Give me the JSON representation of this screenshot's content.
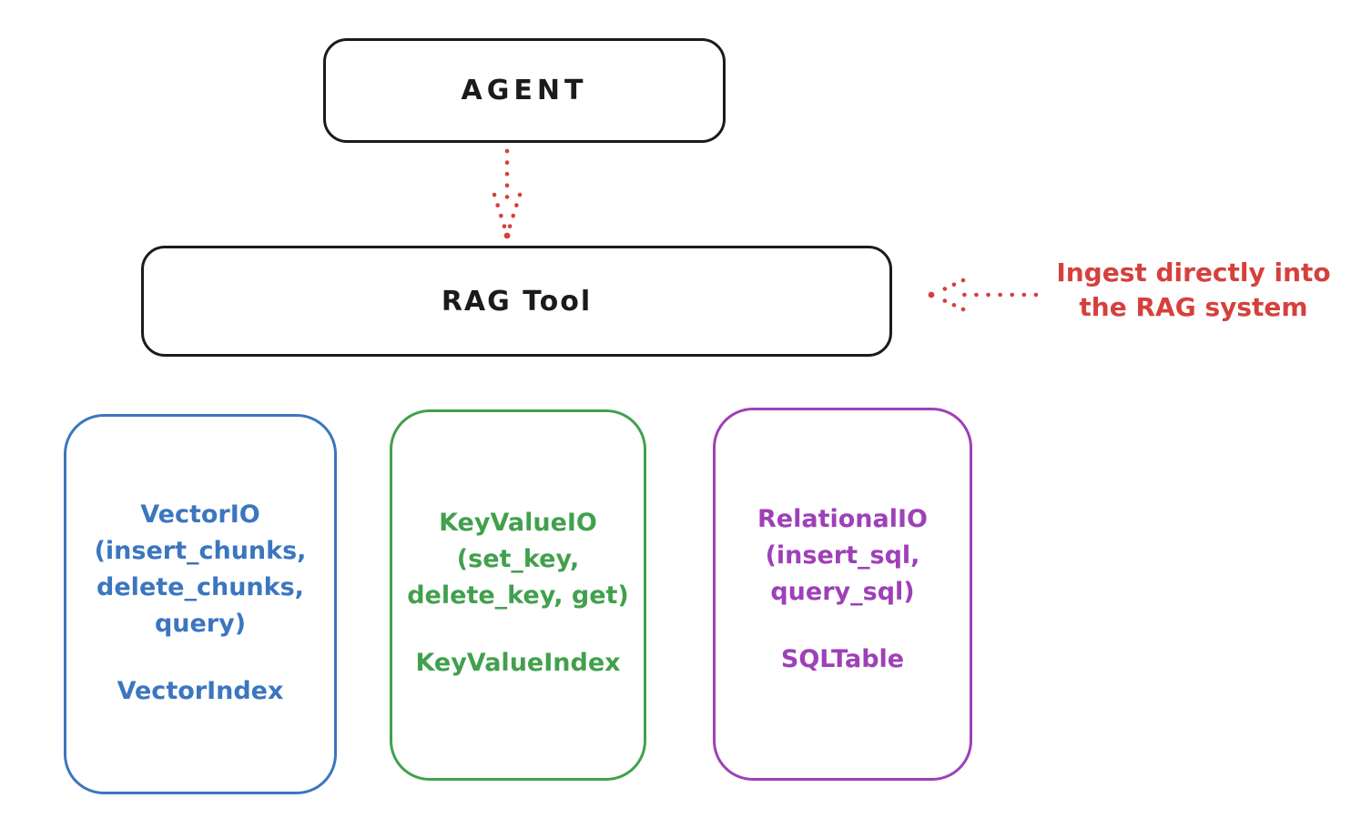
{
  "colors": {
    "stroke_black": "#1b1b1b",
    "accent_red": "#d6403c",
    "accent_blue": "#3b76bf",
    "accent_green": "#42a04d",
    "accent_purple": "#9e40b8",
    "background": "#ffffff"
  },
  "nodes": {
    "agent": {
      "label": "AGENT"
    },
    "rag_tool": {
      "label": "RAG Tool"
    },
    "vector_io": {
      "body": "VectorIO\n(insert_chunks,\ndelete_chunks,\nquery)",
      "index": "VectorIndex"
    },
    "key_value_io": {
      "body": "KeyValueIO\n(set_key,\ndelete_key, get)",
      "index": "KeyValueIndex"
    },
    "relational_io": {
      "body": "RelationalIO\n(insert_sql,\nquery_sql)",
      "index": "SQLTable"
    }
  },
  "annotations": {
    "ingest_note": "Ingest directly into\nthe RAG system"
  }
}
